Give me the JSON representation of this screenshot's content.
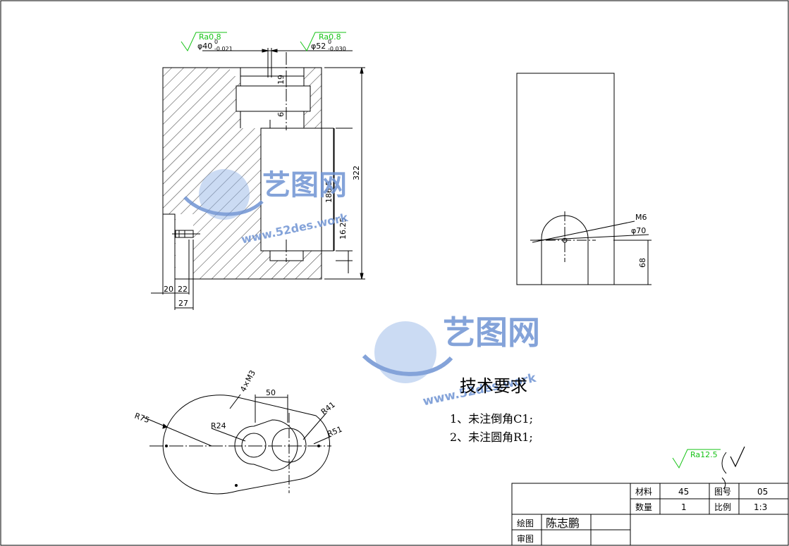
{
  "surface": {
    "shaft_upper": "Ra0.8",
    "bore_upper": "Ra0.8",
    "general": "Ra12.5"
  },
  "dimensions": {
    "d40": "φ40",
    "d40_upper": "0",
    "d40_lower": "-0.021",
    "d52": "φ52",
    "d52_upper": "0",
    "d52_lower": "-0.030",
    "h19": "19",
    "h6": "6",
    "h322": "322",
    "h186_5": "186.5",
    "h16_25": "16.25",
    "w20": "20",
    "w22": "22",
    "w27": "27",
    "m6": "M6",
    "d70": "φ70",
    "h68": "68",
    "holes": "4×M3",
    "w50": "50",
    "r75": "R75",
    "r24": "R24",
    "r41": "R41",
    "r51": "R51"
  },
  "technical_requirements": {
    "title": "技术要求",
    "items": [
      "1、未注倒角C1;",
      "2、未注圆角R1;"
    ]
  },
  "title_block": {
    "material_label": "材料",
    "material_value": "45",
    "drawing_no_label": "图号",
    "drawing_no_value": "05",
    "quantity_label": "数量",
    "quantity_value": "1",
    "scale_label": "比例",
    "scale_value": "1:3",
    "drawn_label": "绘图",
    "drawn_value": "陈志鹏",
    "checked_label": "审图"
  },
  "watermark": {
    "brand": "艺图网",
    "url": "www.52des.work"
  },
  "colors": {
    "roughness_symbol": "#16c316",
    "watermark": "#6f93d3",
    "line": "#000000"
  }
}
